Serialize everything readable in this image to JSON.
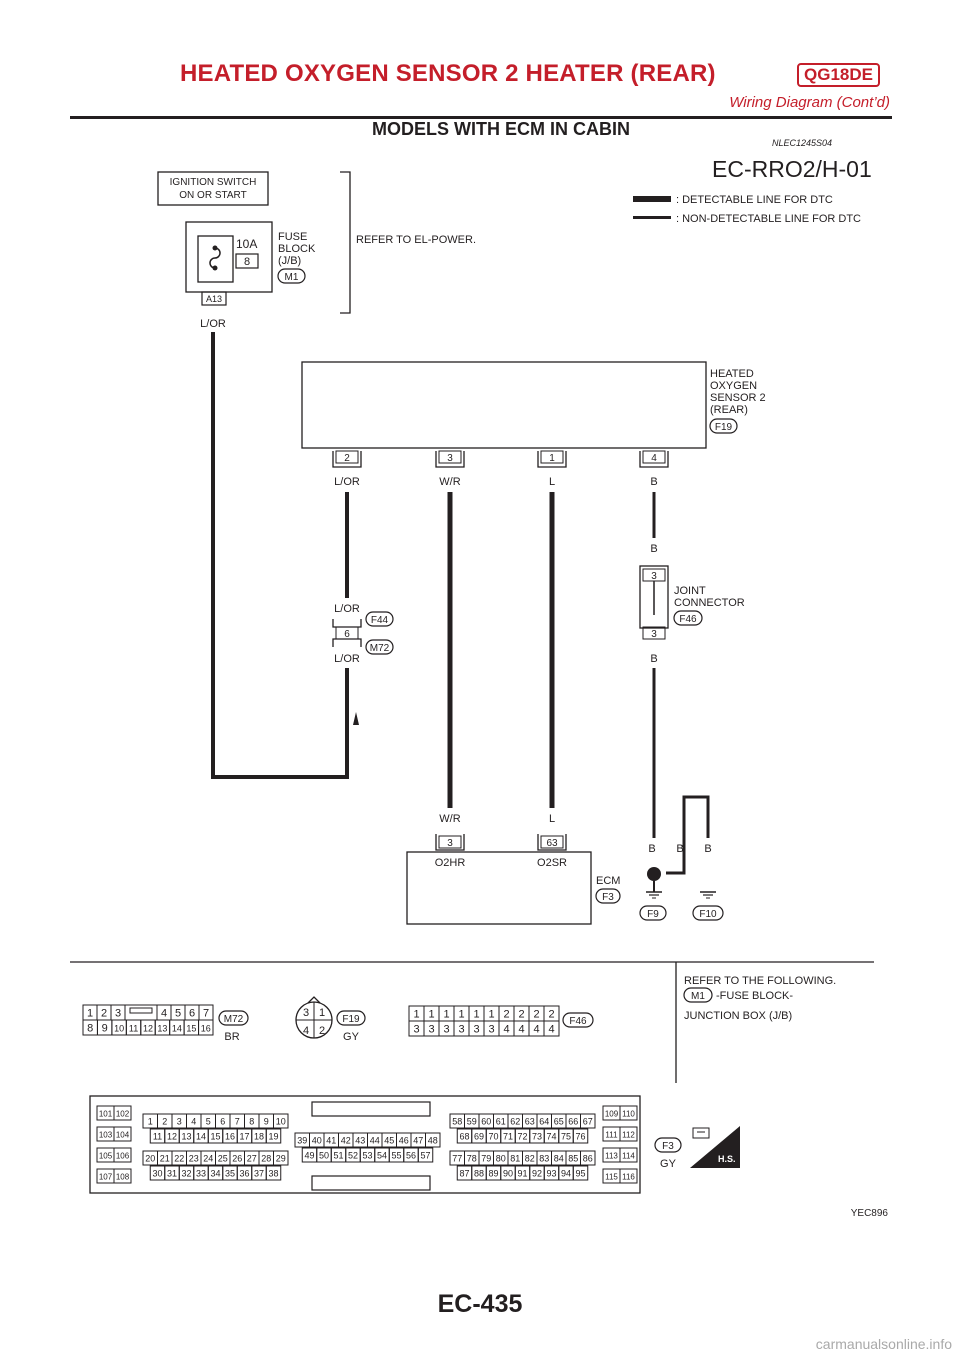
{
  "header": {
    "title": "HEATED OXYGEN SENSOR 2 HEATER (REAR)",
    "engine_badge": "QG18DE",
    "subtitle": "Wiring Diagram (Cont’d)"
  },
  "section": {
    "title": "MODELS WITH ECM IN CABIN",
    "code": "NLEC1245S04"
  },
  "diagram": {
    "id": "EC-RRO2/H-01",
    "ignition": [
      "IGNITION SWITCH",
      "ON OR START"
    ],
    "fuse": {
      "rating": "10A",
      "number": "8",
      "label": [
        "FUSE",
        "BLOCK",
        "(J/B)"
      ],
      "connector": "M1",
      "terminal": "A13"
    },
    "refer_power": "REFER TO EL-POWER.",
    "legend": {
      "detectable": ": DETECTABLE LINE FOR DTC",
      "non_detectable": ": NON-DETECTABLE LINE FOR DTC"
    },
    "sensor": {
      "label": [
        "HEATED",
        "OXYGEN",
        "SENSOR 2",
        "(REAR)"
      ],
      "connector": "F19",
      "pins": [
        {
          "pin": "2",
          "color": "L/OR"
        },
        {
          "pin": "3",
          "color": "W/R"
        },
        {
          "pin": "1",
          "color": "L"
        },
        {
          "pin": "4",
          "color": "B"
        }
      ]
    },
    "wire_color_lor": "L/OR",
    "inline_connector": {
      "pin": "6",
      "upper": "F44",
      "lower": "M72",
      "upper_color": "L/OR",
      "lower_color": "L/OR"
    },
    "joint": {
      "label": [
        "JOINT",
        "CONNECTOR"
      ],
      "connector": "F46",
      "pin_top": "3",
      "pin_bottom": "3",
      "color_top": "B",
      "color_bottom": "B"
    },
    "ecm": {
      "label": "ECM",
      "connector": "F3",
      "pins": [
        {
          "pin": "3",
          "name": "O2HR",
          "color": "W/R"
        },
        {
          "pin": "63",
          "name": "O2SR",
          "color": "L"
        }
      ]
    },
    "grounds": {
      "colors": [
        "B",
        "B",
        "B"
      ],
      "labels": [
        "F9",
        "F10"
      ]
    },
    "image_code": "YEC896"
  },
  "connectors": {
    "refer_text": [
      "REFER TO THE FOLLOWING.",
      "-FUSE BLOCK-",
      "JUNCTION BOX (J/B)"
    ],
    "refer_connector": "M1",
    "m72": {
      "id": "M72",
      "color": "BR",
      "row1": [
        "1",
        "2",
        "3",
        "",
        "4",
        "5",
        "6",
        "7"
      ],
      "row2": [
        "8",
        "9",
        "10",
        "11",
        "12",
        "13",
        "14",
        "15",
        "16"
      ]
    },
    "f19": {
      "id": "F19",
      "color": "GY",
      "pins": [
        "3",
        "1",
        "4",
        "2"
      ]
    },
    "f46": {
      "id": "F46",
      "row1": [
        "1",
        "1",
        "1",
        "1",
        "1",
        "1",
        "2",
        "2",
        "2",
        "2"
      ],
      "row2": [
        "3",
        "3",
        "3",
        "3",
        "3",
        "3",
        "4",
        "4",
        "4",
        "4"
      ]
    },
    "f3": {
      "id": "F3",
      "color": "GY",
      "hs": "H.S.",
      "left_pairs": [
        [
          "101",
          "102"
        ],
        [
          "103",
          "104"
        ],
        [
          "105",
          "106"
        ],
        [
          "107",
          "108"
        ]
      ],
      "right_pairs": [
        [
          "109",
          "110"
        ],
        [
          "111",
          "112"
        ],
        [
          "113",
          "114"
        ],
        [
          "115",
          "116"
        ]
      ],
      "block1": [
        [
          "1",
          "2",
          "3",
          "4",
          "5",
          "6",
          "7",
          "8",
          "9",
          "10"
        ],
        [
          "11",
          "12",
          "13",
          "14",
          "15",
          "16",
          "17",
          "18",
          "19"
        ],
        [
          "20",
          "21",
          "22",
          "23",
          "24",
          "25",
          "26",
          "27",
          "28",
          "29"
        ],
        [
          "30",
          "31",
          "32",
          "33",
          "34",
          "35",
          "36",
          "37",
          "38"
        ]
      ],
      "block2": [
        [
          "39",
          "40",
          "41",
          "42",
          "43",
          "44",
          "45",
          "46",
          "47",
          "48"
        ],
        [
          "49",
          "50",
          "51",
          "52",
          "53",
          "54",
          "55",
          "56",
          "57"
        ]
      ],
      "block3": [
        [
          "58",
          "59",
          "60",
          "61",
          "62",
          "63",
          "64",
          "65",
          "66",
          "67"
        ],
        [
          "68",
          "69",
          "70",
          "71",
          "72",
          "73",
          "74",
          "75",
          "76"
        ],
        [
          "77",
          "78",
          "79",
          "80",
          "81",
          "82",
          "83",
          "84",
          "85",
          "86"
        ],
        [
          "87",
          "88",
          "89",
          "90",
          "91",
          "92",
          "93",
          "94",
          "95"
        ]
      ]
    }
  },
  "footer": {
    "page": "EC-435",
    "watermark": "carmanualsonline.info"
  }
}
